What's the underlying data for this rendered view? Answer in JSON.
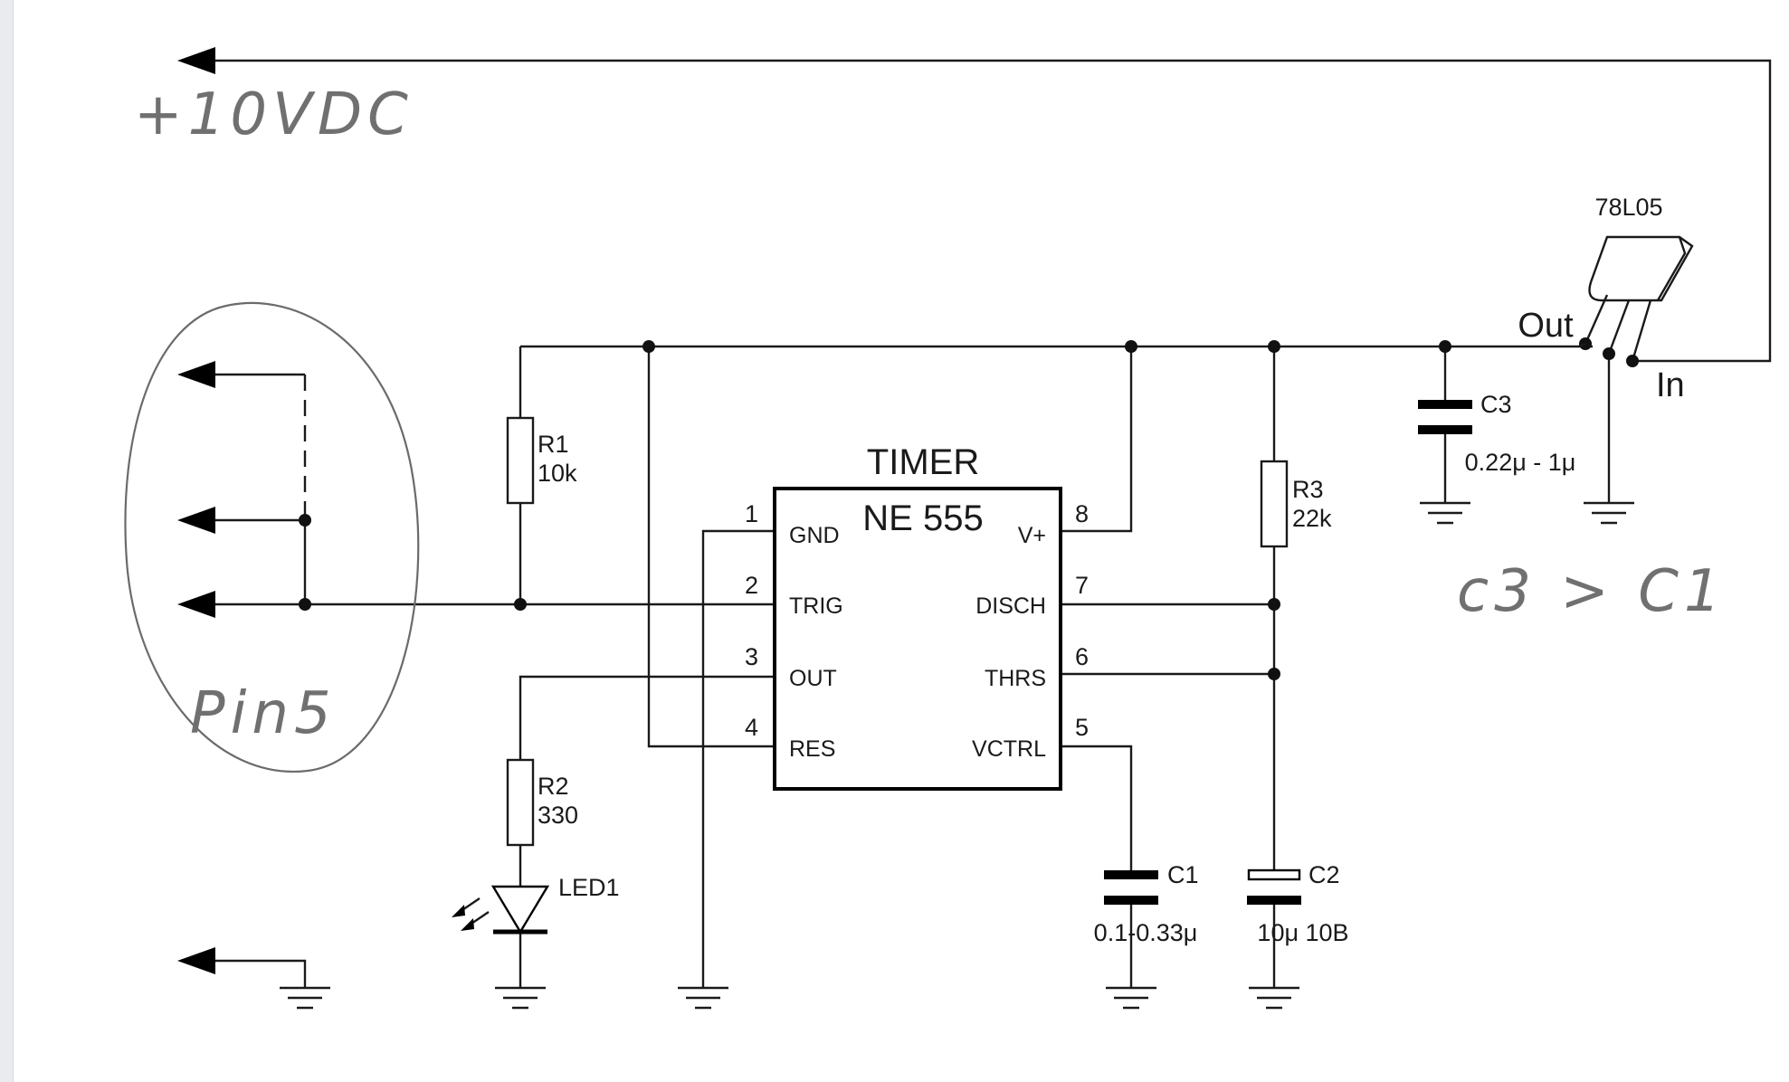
{
  "chip": {
    "title": "TIMER",
    "part_number": "NE 555",
    "pins_left": [
      {
        "num": "1",
        "name": "GND"
      },
      {
        "num": "2",
        "name": "TRIG"
      },
      {
        "num": "3",
        "name": "OUT"
      },
      {
        "num": "4",
        "name": "RES"
      }
    ],
    "pins_right": [
      {
        "num": "8",
        "name": "V+"
      },
      {
        "num": "7",
        "name": "DISCH"
      },
      {
        "num": "6",
        "name": "THRS"
      },
      {
        "num": "5",
        "name": "VCTRL"
      }
    ]
  },
  "components": {
    "r1": {
      "ref": "R1",
      "value": "10k"
    },
    "r2": {
      "ref": "R2",
      "value": "330"
    },
    "r3": {
      "ref": "R3",
      "value": "22k"
    },
    "c1": {
      "ref": "C1",
      "value": "0.1-0.33μ"
    },
    "c2": {
      "ref": "C2",
      "value": "10μ 10B"
    },
    "c3": {
      "ref": "C3",
      "value": "0.22μ - 1μ"
    },
    "led": {
      "ref": "LED1"
    },
    "regulator": {
      "ref": "78L05",
      "out_label": "Out",
      "in_label": "In"
    }
  },
  "annotations": {
    "supply": "+10VDC",
    "pin_circle": "Pin5",
    "capacitor_note": "c3 > C1"
  },
  "colors": {
    "wire": "#1a1a1a",
    "handwriting": "#6b6b6b"
  }
}
